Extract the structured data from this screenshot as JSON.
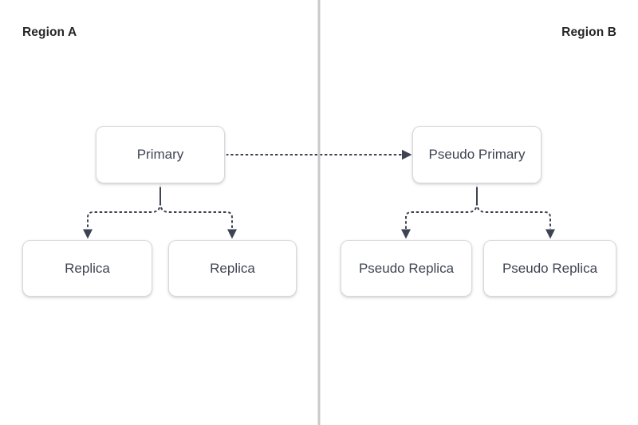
{
  "colors": {
    "background": "#ffffff",
    "node_fill": "#ffffff",
    "node_border": "#d9d9d9",
    "node_text": "#3e4453",
    "edge": "#3d4352",
    "region_label": "#262626",
    "divider": "#c9c9c9"
  },
  "regions": {
    "a": {
      "label": "Region A"
    },
    "b": {
      "label": "Region B"
    }
  },
  "nodes": {
    "primary": {
      "label": "Primary"
    },
    "pseudo_primary": {
      "label": "Pseudo Primary"
    },
    "replica_1": {
      "label": "Replica"
    },
    "replica_2": {
      "label": "Replica"
    },
    "pseudo_replica_1": {
      "label": "Pseudo Replica"
    },
    "pseudo_replica_2": {
      "label": "Pseudo Replica"
    }
  },
  "edges": [
    {
      "from": "Primary",
      "to": "Pseudo Primary",
      "style": "dashed-arrow"
    },
    {
      "from": "Primary",
      "to": "Replica (left)",
      "style": "dashed-arrow"
    },
    {
      "from": "Primary",
      "to": "Replica (right)",
      "style": "dashed-arrow"
    },
    {
      "from": "Pseudo Primary",
      "to": "Pseudo Replica (left)",
      "style": "dashed-arrow"
    },
    {
      "from": "Pseudo Primary",
      "to": "Pseudo Replica (right)",
      "style": "dashed-arrow"
    }
  ]
}
